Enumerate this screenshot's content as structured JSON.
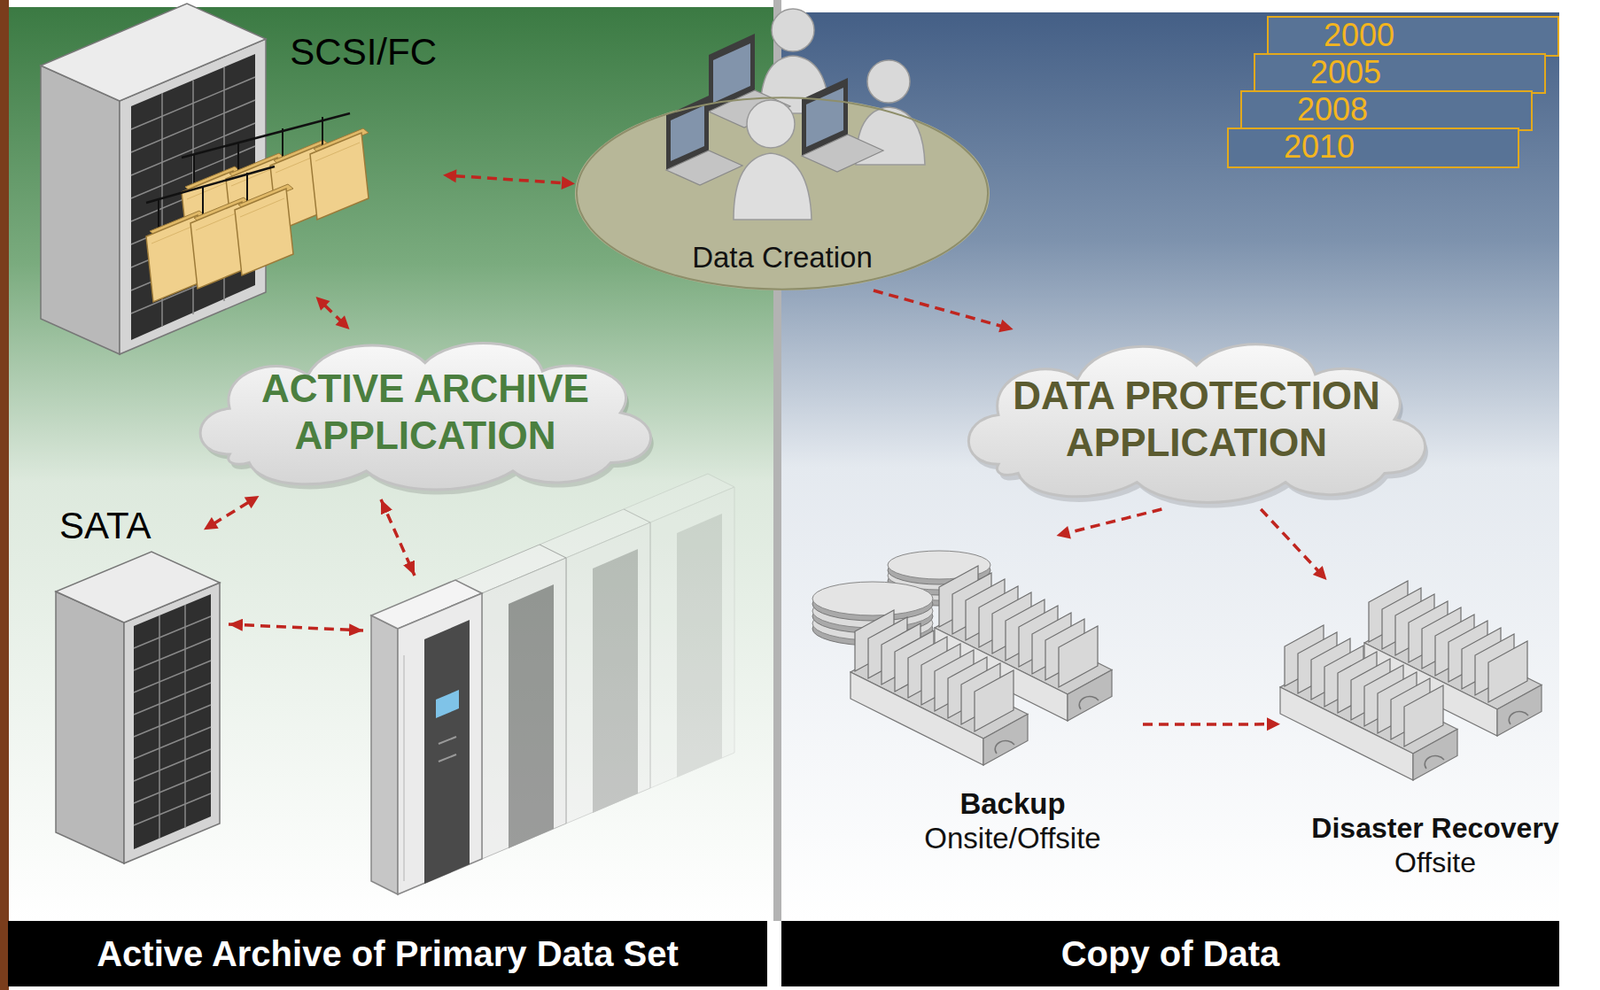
{
  "diagram": {
    "nodes": [
      {
        "text": [
          "SCSI/FC"
        ]
      },
      {
        "text": [
          "Data Creation"
        ]
      },
      {
        "text": [
          "2000"
        ]
      },
      {
        "text": [
          "2005"
        ]
      },
      {
        "text": [
          "2008"
        ]
      },
      {
        "text": [
          "2010"
        ]
      },
      {
        "text": [
          "ACTIVE ARCHIVE APPLICATION"
        ]
      },
      {
        "text": [
          "DATA PROTECTION APPLICATION"
        ]
      },
      {
        "text": [
          "SATA"
        ]
      },
      {
        "text": [
          "Backup",
          "Onsite/Offsite"
        ]
      },
      {
        "text": [
          "Disaster Recovery",
          "Offsite"
        ]
      },
      {
        "text": [
          "Active Archive of Primary Data Set"
        ]
      },
      {
        "text": [
          "Copy of Data"
        ]
      }
    ],
    "edges": [
      {
        "from": 0,
        "to": 1,
        "arrow": "both"
      },
      {
        "from": 0,
        "to": 6,
        "arrow": "both"
      },
      {
        "from": 6,
        "to": 8,
        "arrow": "both"
      },
      {
        "from": 1,
        "to": 7,
        "arrow": "to"
      },
      {
        "from": 7,
        "to": 9,
        "arrow": "to"
      },
      {
        "from": 7,
        "to": 10,
        "arrow": "to"
      },
      {
        "from": 9,
        "to": 10,
        "arrow": "to"
      }
    ]
  }
}
